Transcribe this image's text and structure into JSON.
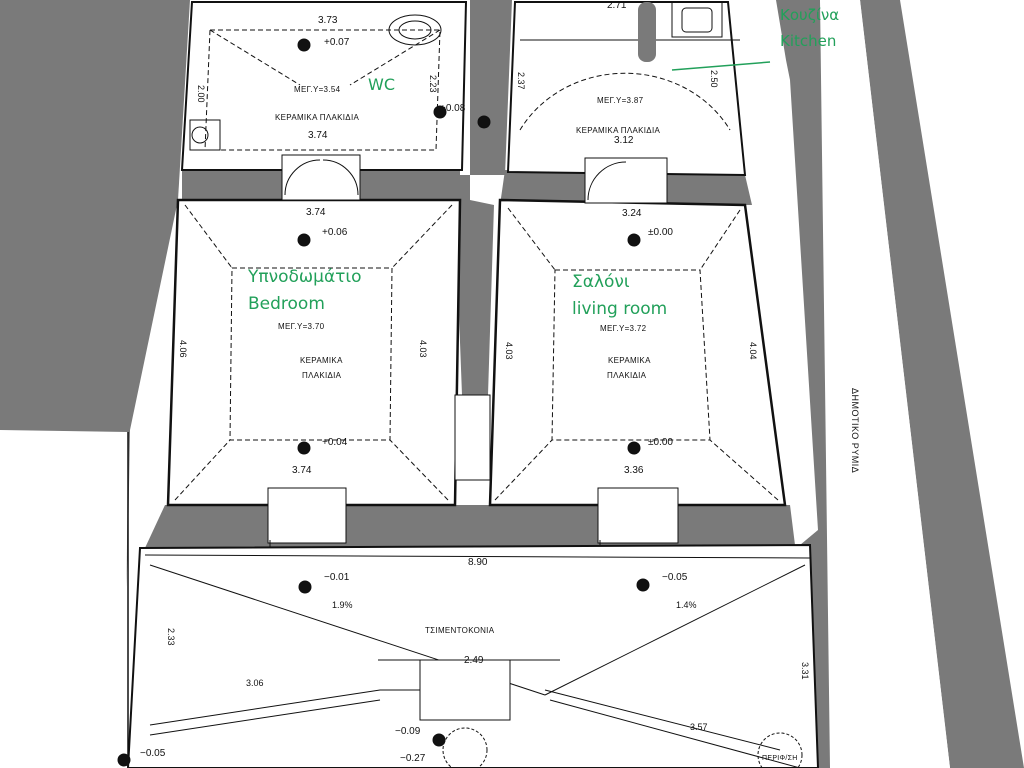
{
  "rooms": {
    "wc": {
      "name": "WC",
      "height": "ΜΕΓ.Υ=3.54",
      "floor": "ΚΕΡΑΜΙΚΑ ΠΛΑΚΙΔΙΑ",
      "width_top": "3.73",
      "width_bottom": "3.74",
      "side_left": "2.00",
      "side_right": "2.23",
      "level": "+0.07",
      "level_door": "+0.08"
    },
    "kitchen": {
      "name_gr": "Κουζίνα",
      "name_en": "Kitchen",
      "height": "ΜΕΓ.Υ=3.87",
      "floor": "ΚΕΡΑΜΙΚΑ ΠΛΑΚΙΔΙΑ",
      "width_top": "2.71",
      "width_bottom": "3.12",
      "side_left": "2.37",
      "side_right": "2.50"
    },
    "bedroom": {
      "name_gr": "Υπνοδωμάτιο",
      "name_en": "Bedroom",
      "height": "ΜΕΓ.Υ=3.70",
      "floor_line1": "ΚΕΡΑΜΙΚΑ",
      "floor_line2": "ΠΛΑΚΙΔΙΑ",
      "width_top": "3.74",
      "width_bottom": "3.74",
      "side_left": "4.06",
      "side_right": "4.03",
      "level_top": "+0.06",
      "level_bottom": "+0.04"
    },
    "living": {
      "name_gr": "Σαλόνι",
      "name_en": "living room",
      "height": "ΜΕΓ.Υ=3.72",
      "floor_line1": "ΚΕΡΑΜΙΚΑ",
      "floor_line2": "ΠΛΑΚΙΔΙΑ",
      "width_top": "3.24",
      "width_bottom": "3.36",
      "side_left": "4.03",
      "side_right": "4.04",
      "level_top": "±0.00",
      "level_bottom": "±0.00"
    },
    "yard": {
      "floor": "ΤΣΙΜΕΝΤΟΚΟΝΙΑ",
      "width": "8.90",
      "width_inner": "2.49",
      "left_depth": "2.33",
      "right_depth": "3.31",
      "left_run": "3.06",
      "right_run": "3.57",
      "slope_left": "1.9%",
      "slope_right": "1.4%",
      "level_left": "−0.01",
      "level_right": "−0.05",
      "level_out": "−0.05",
      "level_step1": "−0.09",
      "level_step2": "−0.27"
    }
  },
  "street": "ΔΗΜΟΤΙΚΟ ΡΥΜΙΔ",
  "corner_label": "ΠΕΡΙΦ/ΣΗ",
  "colors": {
    "annotation": "#22a05a",
    "wall_fill": "#7a7a7a",
    "line": "#111111"
  }
}
